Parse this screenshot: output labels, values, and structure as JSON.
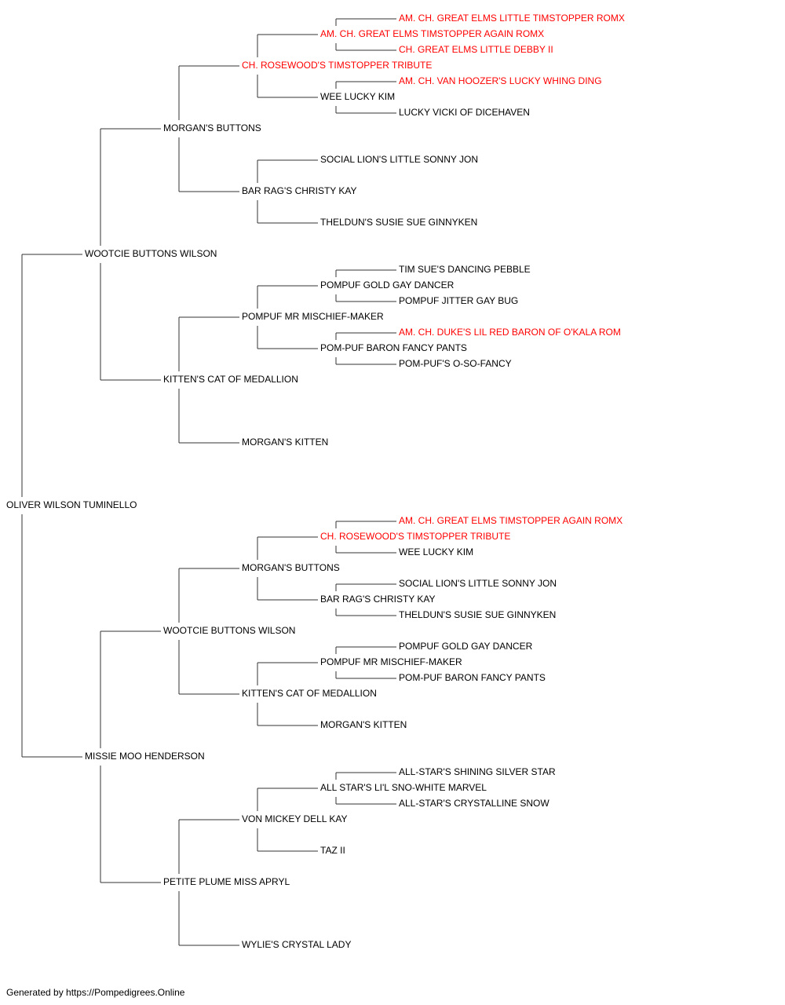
{
  "colors": {
    "normal": "#000000",
    "champion": "#ff0000",
    "line": "#333333"
  },
  "pedigree": {
    "name": "OLIVER WILSON TUMINELLO",
    "sire": {
      "name": "WOOTCIE BUTTONS WILSON",
      "sire": {
        "name": "MORGAN'S BUTTONS",
        "sire": {
          "name": "CH. ROSEWOOD'S TIMSTOPPER TRIBUTE",
          "champion": true,
          "sire": {
            "name": "AM. CH. GREAT ELMS TIMSTOPPER AGAIN ROMX",
            "champion": true,
            "sire": {
              "name": "AM. CH. GREAT ELMS LITTLE TIMSTOPPER ROMX",
              "champion": true
            },
            "dam": {
              "name": "CH. GREAT ELMS LITTLE DEBBY II",
              "champion": true
            }
          },
          "dam": {
            "name": "WEE LUCKY KIM",
            "sire": {
              "name": "AM. CH. VAN HOOZER'S LUCKY WHING DING",
              "champion": true
            },
            "dam": {
              "name": "LUCKY VICKI OF DICEHAVEN"
            }
          }
        },
        "dam": {
          "name": "BAR RAG'S CHRISTY KAY",
          "sire": {
            "name": "SOCIAL LION'S LITTLE SONNY JON"
          },
          "dam": {
            "name": "THELDUN'S SUSIE SUE GINNYKEN"
          }
        }
      },
      "dam": {
        "name": "KITTEN'S CAT OF MEDALLION",
        "sire": {
          "name": "POMPUF MR MISCHIEF-MAKER",
          "sire": {
            "name": "POMPUF GOLD GAY DANCER",
            "sire": {
              "name": "TIM SUE'S DANCING PEBBLE"
            },
            "dam": {
              "name": "POMPUF JITTER GAY BUG"
            }
          },
          "dam": {
            "name": "POM-PUF BARON FANCY PANTS",
            "sire": {
              "name": "AM. CH. DUKE'S LIL RED BARON OF O'KALA ROM",
              "champion": true
            },
            "dam": {
              "name": "POM-PUF'S O-SO-FANCY"
            }
          }
        },
        "dam": {
          "name": "MORGAN'S KITTEN"
        }
      }
    },
    "dam": {
      "name": "MISSIE MOO HENDERSON",
      "sire": {
        "name": "WOOTCIE BUTTONS WILSON",
        "sire": {
          "name": "MORGAN'S BUTTONS",
          "sire": {
            "name": "CH. ROSEWOOD'S TIMSTOPPER TRIBUTE",
            "champion": true,
            "sire": {
              "name": "AM. CH. GREAT ELMS TIMSTOPPER AGAIN ROMX",
              "champion": true
            },
            "dam": {
              "name": "WEE LUCKY KIM"
            }
          },
          "dam": {
            "name": "BAR RAG'S CHRISTY KAY",
            "sire": {
              "name": "SOCIAL LION'S LITTLE SONNY JON"
            },
            "dam": {
              "name": "THELDUN'S SUSIE SUE GINNYKEN"
            }
          }
        },
        "dam": {
          "name": "KITTEN'S CAT OF MEDALLION",
          "sire": {
            "name": "POMPUF MR MISCHIEF-MAKER",
            "sire": {
              "name": "POMPUF GOLD GAY DANCER"
            },
            "dam": {
              "name": "POM-PUF BARON FANCY PANTS"
            }
          },
          "dam": {
            "name": "MORGAN'S KITTEN"
          }
        }
      },
      "dam": {
        "name": "PETITE PLUME MISS APRYL",
        "sire": {
          "name": "VON MICKEY DELL KAY",
          "sire": {
            "name": "ALL STAR'S LI'L SNO-WHITE MARVEL",
            "sire": {
              "name": "ALL-STAR'S SHINING SILVER STAR"
            },
            "dam": {
              "name": "ALL-STAR'S CRYSTALLINE SNOW"
            }
          },
          "dam": {
            "name": "TAZ II"
          }
        },
        "dam": {
          "name": "WYLIE'S CRYSTAL LADY"
        }
      }
    }
  },
  "footer": "Generated by https://Pompedigrees.Online"
}
